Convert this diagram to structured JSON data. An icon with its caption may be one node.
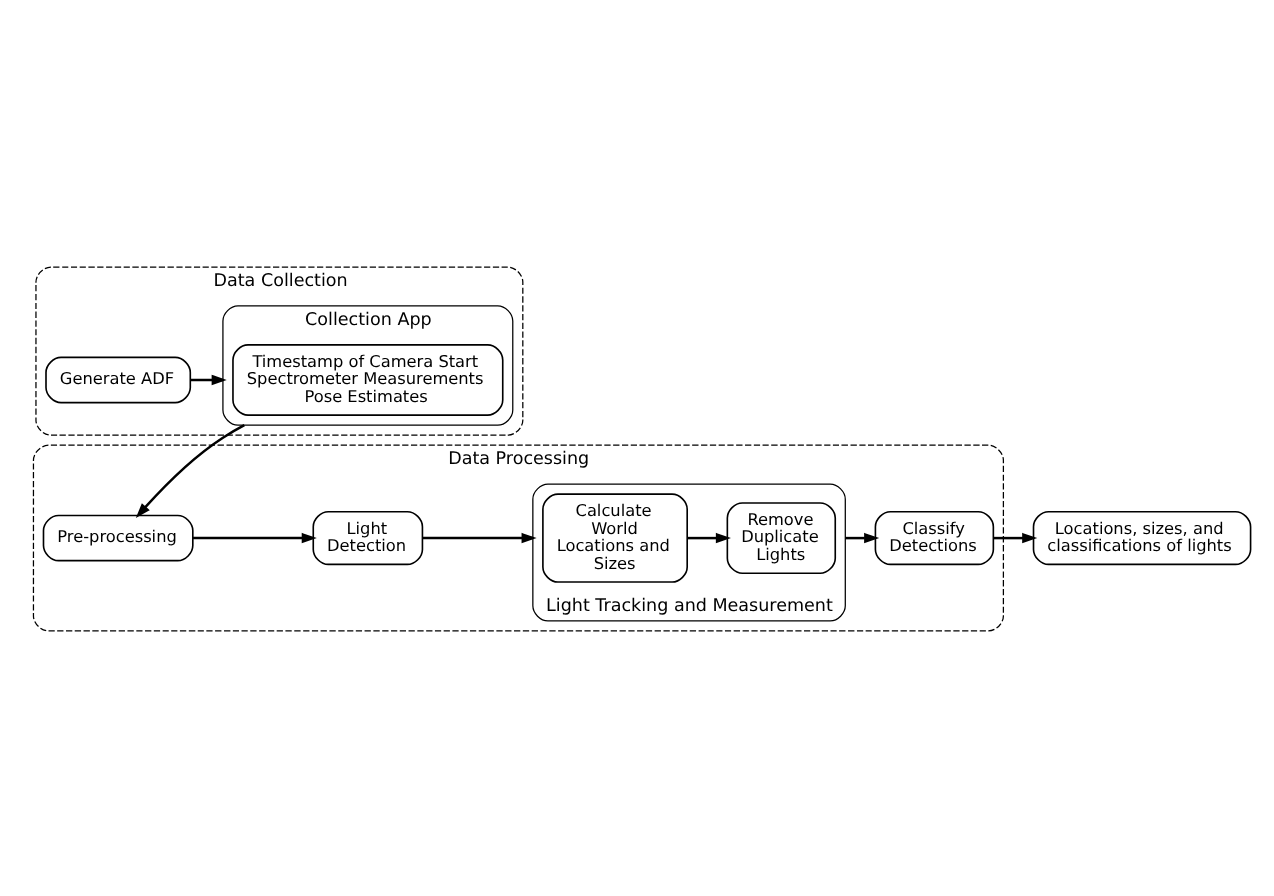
{
  "diagram": {
    "nodes": [
      {
        "text": [
          "Data Collection"
        ]
      },
      {
        "text": [
          "Generate ADF"
        ],
        "in": 0
      },
      {
        "text": [
          "Collection App"
        ],
        "in": 0
      },
      {
        "text": [
          "Timestamp of Camera Start",
          "Spectrometer Measurements",
          "Pose Estimates"
        ],
        "in": 2
      },
      {
        "text": [
          "Data Processing"
        ]
      },
      {
        "text": [
          "Pre-processing"
        ],
        "in": 4
      },
      {
        "text": [
          "Light Detection"
        ],
        "in": 4
      },
      {
        "text": [
          "Light Tracking and Measurement"
        ],
        "in": 4
      },
      {
        "text": [
          "Calculate World Locations and Sizes"
        ],
        "in": 7
      },
      {
        "text": [
          "Remove Duplicate Lights"
        ],
        "in": 7
      },
      {
        "text": [
          "Classify Detections"
        ],
        "in": 4
      },
      {
        "text": [
          "Locations, sizes, and classifications of lights"
        ]
      }
    ],
    "edges": [
      {
        "from": 1,
        "to": 2,
        "arrow": "to"
      },
      {
        "from": 2,
        "to": 5,
        "arrow": "to"
      },
      {
        "from": 5,
        "to": 6,
        "arrow": "to"
      },
      {
        "from": 6,
        "to": 7,
        "arrow": "to"
      },
      {
        "from": 8,
        "to": 9,
        "arrow": "to"
      },
      {
        "from": 7,
        "to": 10,
        "arrow": "to"
      },
      {
        "from": 10,
        "to": 11,
        "arrow": "to"
      }
    ]
  }
}
